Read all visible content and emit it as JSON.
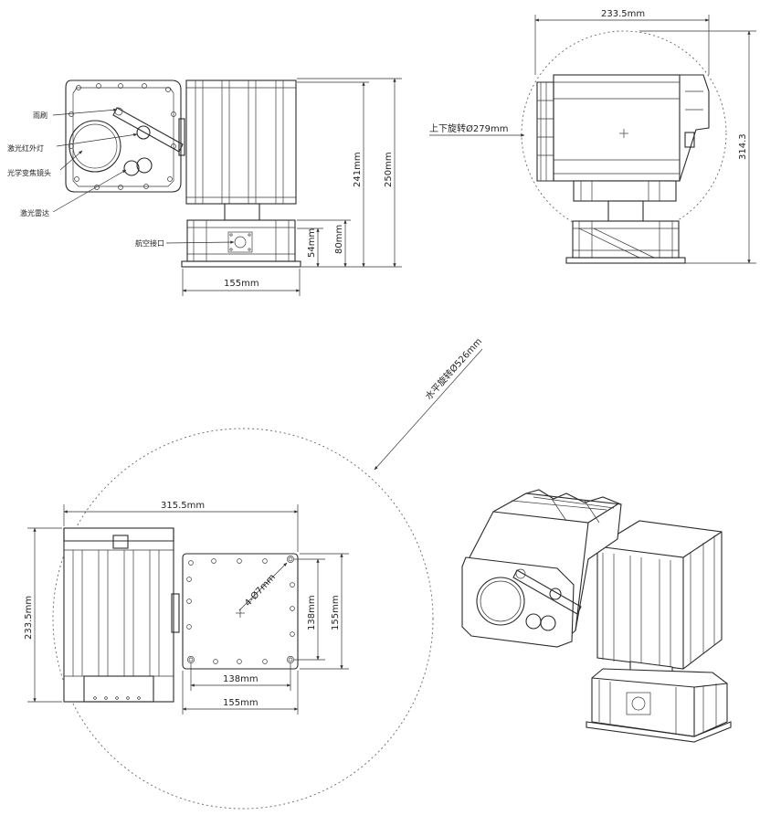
{
  "front_view": {
    "labels": {
      "wiper": "雨刷",
      "laser_ir_light": "激光红外灯",
      "optical_zoom_lens": "光学变焦镜头",
      "laser_rangefinder": "激光雷达",
      "aviation_connector": "航空接口"
    },
    "dims": {
      "width": "155mm",
      "height_250": "250mm",
      "height_241": "241mm",
      "height_80": "80mm",
      "height_54": "54mm"
    }
  },
  "side_view": {
    "dims": {
      "width": "233.5mm",
      "height": "314.3",
      "tilt_rotation": "上下旋转Ø279mm"
    }
  },
  "top_view": {
    "dims": {
      "pan_rotation": "水平旋转Ø526mm",
      "width_total": "315.5mm",
      "height": "233.5mm",
      "holes": "4-Ø7mm",
      "inner_138_v": "138mm",
      "outer_155_v": "155mm",
      "inner_138_h": "138mm",
      "outer_155_h": "155mm"
    }
  }
}
